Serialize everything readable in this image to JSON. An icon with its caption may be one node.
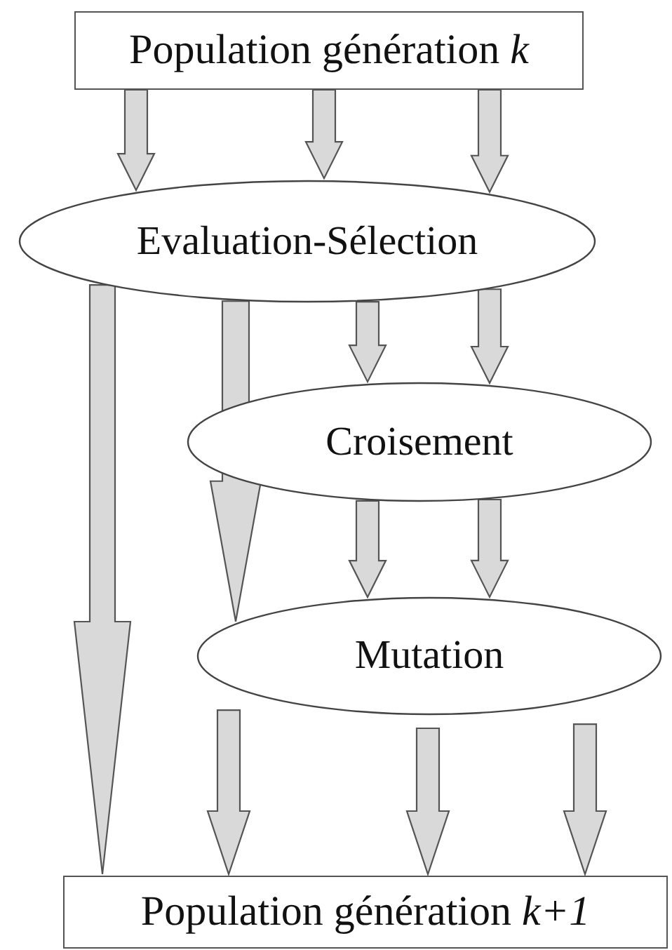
{
  "diagram": {
    "nodes": [
      {
        "text": [
          "Population génération *k*"
        ]
      },
      {
        "text": [
          "Evaluation-Sélection"
        ]
      },
      {
        "text": [
          "Croisement"
        ]
      },
      {
        "text": [
          "Mutation"
        ]
      },
      {
        "text": [
          "Population génération *k+1*"
        ]
      }
    ],
    "edges": [
      {
        "from": 0,
        "to": 1,
        "arrow": "to"
      },
      {
        "from": 0,
        "to": 1,
        "arrow": "to"
      },
      {
        "from": 0,
        "to": 1,
        "arrow": "to"
      },
      {
        "from": 1,
        "to": 4,
        "arrow": "to",
        "style": "thick"
      },
      {
        "from": 1,
        "to": 3,
        "arrow": "to",
        "style": "thick"
      },
      {
        "from": 1,
        "to": 2,
        "arrow": "to"
      },
      {
        "from": 1,
        "to": 2,
        "arrow": "to"
      },
      {
        "from": 2,
        "to": 3,
        "arrow": "to"
      },
      {
        "from": 2,
        "to": 3,
        "arrow": "to"
      },
      {
        "from": 3,
        "to": 4,
        "arrow": "to"
      },
      {
        "from": 3,
        "to": 4,
        "arrow": "to"
      },
      {
        "from": 3,
        "to": 4,
        "arrow": "to"
      }
    ]
  }
}
